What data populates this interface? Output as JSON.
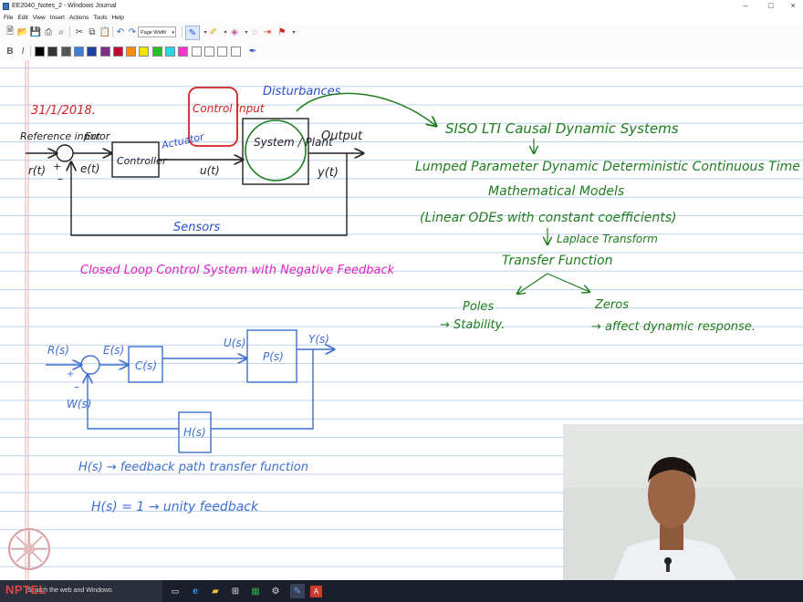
{
  "window": {
    "title": "EE2040_Notes_2 - Windows Journal",
    "controls": {
      "minimize": "–",
      "maximize": "□",
      "close": "×"
    }
  },
  "menu": [
    "File",
    "Edit",
    "View",
    "Insert",
    "Actions",
    "Tools",
    "Help"
  ],
  "toolbar": {
    "zoom_value": "Page Width",
    "icons": [
      "new-note-icon",
      "open-icon",
      "save-icon",
      "print-icon",
      "find-icon",
      "cut-icon",
      "copy-icon",
      "paste-icon",
      "undo-icon",
      "redo-icon"
    ],
    "tools": [
      "pen-icon",
      "highlighter-icon",
      "eraser-icon",
      "lasso-icon",
      "insert-space-icon",
      "flag-icon"
    ]
  },
  "pen_colors": [
    "#000000",
    "#333333",
    "#555555",
    "#3d7edb",
    "#1f3f9f",
    "#7c2f88",
    "#cc0033",
    "#ff8c00",
    "#f2e600",
    "#22c022",
    "#2dd7e6",
    "#ff33cc",
    "#ffffff",
    "#ffffff",
    "#ffffff",
    "#ffffff"
  ],
  "notes": {
    "date": "31/1/2018.",
    "disturbances": "Disturbances",
    "control_input": "Control Input",
    "reference_input": "Reference input",
    "error": "Error",
    "r_t": "r(t)",
    "plus": "+",
    "minus": "–",
    "e_t": "e(t)",
    "controller": "Controller",
    "actuator": "Actuator",
    "u_t": "u(t)",
    "system_plant": "System / Plant",
    "output": "Output",
    "y_t": "y(t)",
    "sensors": "Sensors",
    "closed_loop": "Closed Loop Control System with Negative Feedback",
    "siso": "SISO LTI Causal Dynamic Systems",
    "lumped": "Lumped Parameter Dynamic Deterministic Continuous Time",
    "math_models": "Mathematical Models",
    "linear_odes": "(Linear ODEs with constant coefficients)",
    "laplace": "Laplace Transform",
    "transfer_fn": "Transfer Function",
    "poles": "Poles",
    "stability": "→ Stability.",
    "zeros": "Zeros",
    "affect": "→ affect dynamic response.",
    "R_s": "R(s)",
    "E_s": "E(s)",
    "C_s": "C(s)",
    "U_s": "U(s)",
    "P_s": "P(s)",
    "Y_s": "Y(s)",
    "W_s": "W(s)",
    "H_s": "H(s)",
    "feedback_def": "H(s) → feedback path transfer function",
    "unity": "H(s) = 1 → unity feedback"
  },
  "taskbar": {
    "search_placeholder": "Search the web and Windows",
    "logo_text": "NPTEL"
  }
}
